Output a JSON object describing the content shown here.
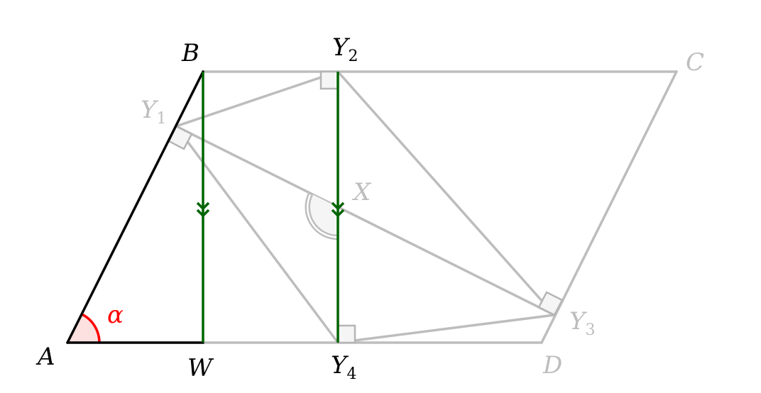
{
  "points": {
    "A": "A",
    "B": "B",
    "C": "C",
    "D": "D",
    "W": "W",
    "X": "X",
    "Y1": {
      "base": "Y",
      "sub": "1"
    },
    "Y2": {
      "base": "Y",
      "sub": "2"
    },
    "Y3": {
      "base": "Y",
      "sub": "3"
    },
    "Y4": {
      "base": "Y",
      "sub": "4"
    }
  },
  "angle_label": "α",
  "colors": {
    "black": "#000000",
    "gray": "#bdbdbd",
    "green": "#006400",
    "red": "#ff0000",
    "pink": "#fde0e0"
  }
}
